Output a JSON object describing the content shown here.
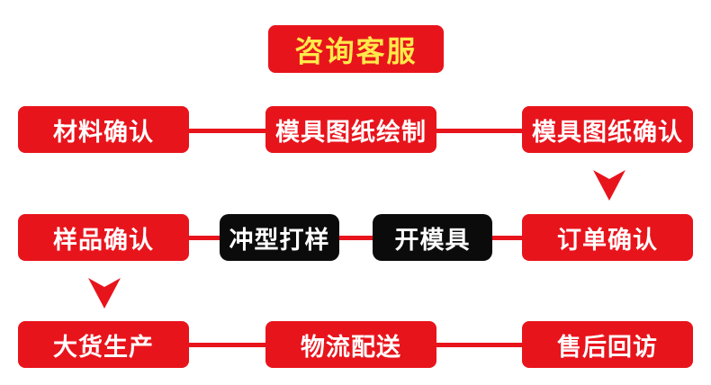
{
  "title": "咨询客服",
  "colors": {
    "accent": "#e8141c",
    "title_text": "#ffe94a",
    "dark": "#0b0b0b",
    "text": "#ffffff"
  },
  "steps": {
    "row1": [
      "材料确认",
      "模具图纸绘制",
      "模具图纸确认"
    ],
    "row2": [
      "样品确认",
      "冲型打样",
      "开模具",
      "订单确认"
    ],
    "row3": [
      "大货生产",
      "物流配送",
      "售后回访"
    ]
  },
  "arrows": [
    "chevron-down-icon",
    "chevron-down-icon"
  ]
}
